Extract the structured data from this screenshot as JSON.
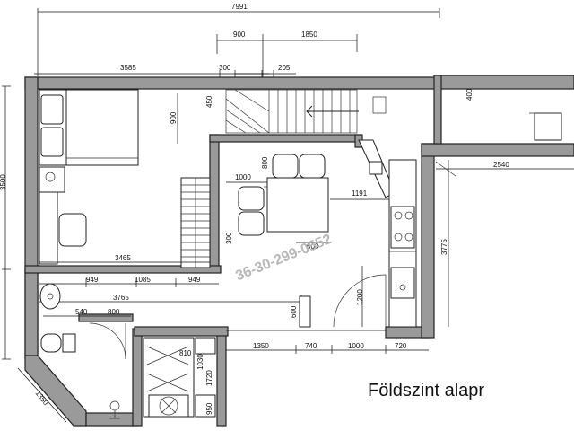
{
  "title": "Földszint alapr",
  "watermark": "36-30-299-0552",
  "dimensions": {
    "total_width": "7991",
    "stair_a": "900",
    "stair_b": "1850",
    "room_width": "3585",
    "stair_wall": "300",
    "stair_gap": "205",
    "right_top": "400",
    "bed_depth": "900",
    "stair_step": "450",
    "counter_top": "800",
    "table_width": "1000",
    "kitchen_width": "1191",
    "table_bottom": "600",
    "room_side": "300",
    "right_width": "2540",
    "right_height": "3775",
    "living_width": "3465",
    "seg_1": "949",
    "seg_2": "1085",
    "seg_3": "949",
    "hall_width": "3765",
    "bath_a": "540",
    "bath_b": "800",
    "door_width": "600",
    "kitchen_door": "1200",
    "wc_a": "810",
    "wc_b": "1030",
    "wc_c": "1720",
    "wc_d": "950",
    "front_a": "1350",
    "front_b": "740",
    "front_c": "1000",
    "front_d": "720",
    "diagonal": "1350",
    "left_side": "3500"
  }
}
